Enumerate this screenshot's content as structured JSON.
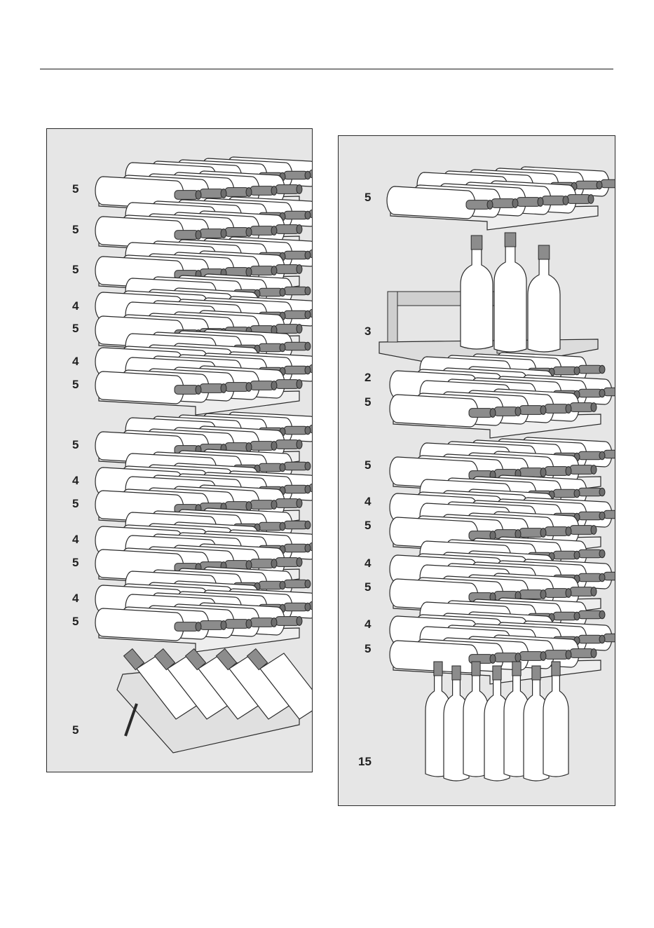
{
  "panels": [
    {
      "id": "left",
      "labels": [
        "5",
        "5",
        "5",
        "4",
        "5",
        "4",
        "5",
        "5",
        "4",
        "5",
        "4",
        "5",
        "4",
        "5",
        "5"
      ]
    },
    {
      "id": "right",
      "labels": [
        "5",
        "3",
        "2",
        "5",
        "5",
        "4",
        "5",
        "4",
        "5",
        "4",
        "5",
        "15"
      ]
    }
  ],
  "colors": {
    "panel_bg": "#e6e6e6",
    "bottle_body": "#ffffff",
    "bottle_neck": "#8c8c8c",
    "shelf": "#eeeeee",
    "outline": "#2a2a2a"
  }
}
